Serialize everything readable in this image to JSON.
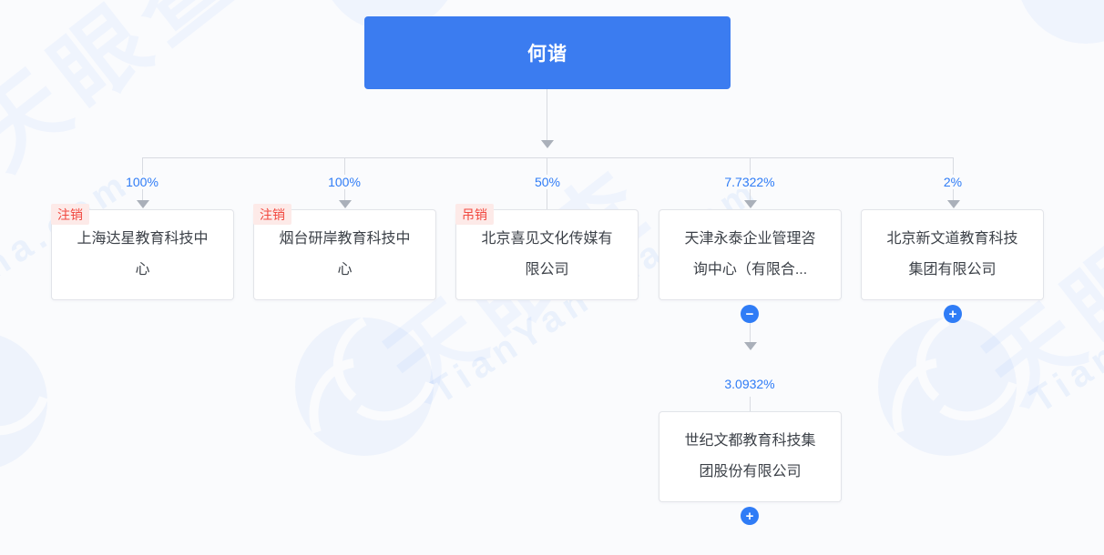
{
  "root": {
    "name": "何谐"
  },
  "children": [
    {
      "name": "上海达星教育科技中心",
      "percent": "100%",
      "badge": "注销"
    },
    {
      "name": "烟台研岸教育科技中心",
      "percent": "100%",
      "badge": "注销"
    },
    {
      "name": "北京喜见文化传媒有限公司",
      "percent": "50%",
      "badge": "吊销"
    },
    {
      "name": "天津永泰企业管理咨询中心（有限合...",
      "percent": "7.7322%"
    },
    {
      "name": "北京新文道教育科技集团有限公司",
      "percent": "2%"
    }
  ],
  "subsidiary": {
    "name": "世纪文都教育科技集团股份有限公司",
    "percent": "3.0932%"
  },
  "icons": {
    "minus": "−",
    "plus": "+"
  },
  "watermark": {
    "cn": "天眼查",
    "en": "TianYanCha.com"
  },
  "colors": {
    "accent_blue": "#2f7cf6",
    "root_node_blue": "#3b7cf0",
    "status_red": "#f1483f",
    "status_red_bg": "#fdeae8",
    "line_gray": "#d8dbe1",
    "background": "#fafbfd"
  }
}
